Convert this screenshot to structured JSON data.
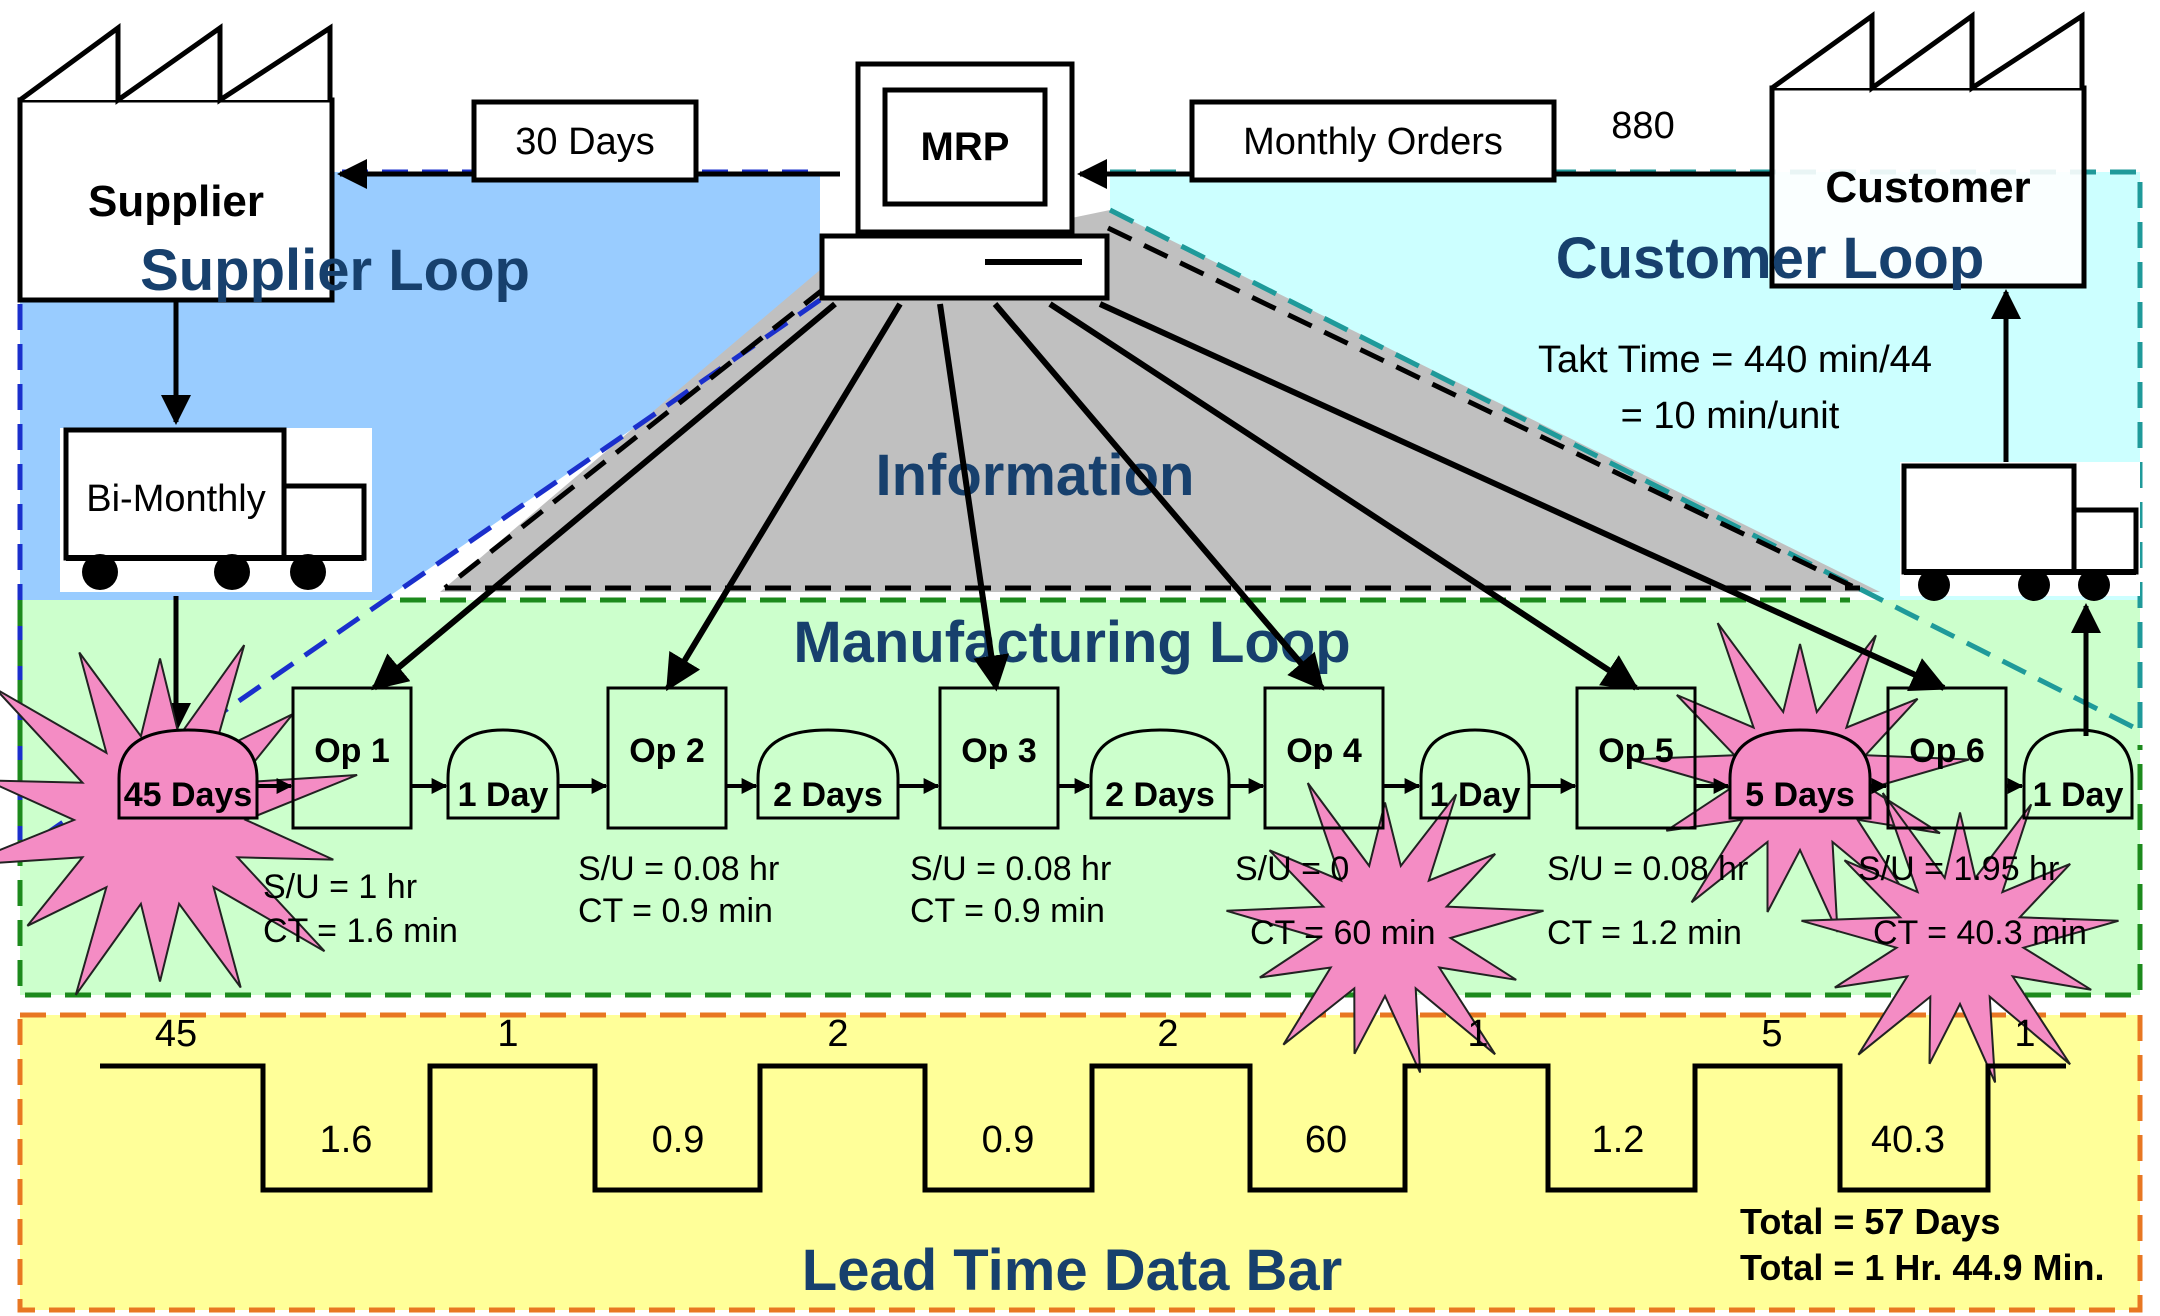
{
  "top_flow": {
    "supplier_lead_label": "30 Days",
    "system_label": "MRP",
    "customer_orders_label": "Monthly Orders",
    "customer_demand": "880"
  },
  "supplier": {
    "name": "Supplier",
    "loop_title": "Supplier Loop",
    "delivery_label": "Bi-Monthly"
  },
  "customer": {
    "name": "Customer",
    "loop_title": "Customer Loop",
    "takt_line1": "Takt Time = 440 min/44",
    "takt_line2": "= 10 min/unit"
  },
  "information_title": "Information",
  "manufacturing_title": "Manufacturing Loop",
  "inventories": [
    "45 Days",
    "1 Day",
    "2 Days",
    "2 Days",
    "1 Day",
    "5 Days",
    "1 Day"
  ],
  "operations": [
    {
      "name": "Op 1",
      "su": "S/U = 1 hr",
      "ct": "CT = 1.6 min"
    },
    {
      "name": "Op 2",
      "su": "S/U = 0.08 hr",
      "ct": "CT = 0.9 min"
    },
    {
      "name": "Op 3",
      "su": "S/U = 0.08 hr",
      "ct": "CT = 0.9 min"
    },
    {
      "name": "Op 4",
      "su": "S/U = 0",
      "ct": "CT = 60 min"
    },
    {
      "name": "Op 5",
      "su": "S/U = 0.08 hr",
      "ct": "CT = 1.2 min"
    },
    {
      "name": "Op 6",
      "su": "S/U = 1.95 hr",
      "ct": "CT = 40.3 min"
    }
  ],
  "timeline": {
    "wait_days": [
      "45",
      "1",
      "2",
      "2",
      "1",
      "5",
      "1"
    ],
    "process_minutes": [
      "1.6",
      "0.9",
      "0.9",
      "60",
      "1.2",
      "40.3"
    ],
    "total_days": "Total = 57 Days",
    "total_time": "Total = 1 Hr. 44.9 Min.",
    "title": "Lead Time Data Bar"
  },
  "colors": {
    "supplier_loop": "#99ccff",
    "customer_loop": "#ccffff",
    "information": "#c0c0c0",
    "manufacturing_loop": "#ccffcc",
    "data_bar": "#ffff99",
    "kaizen_burst": "#f48cc4",
    "title_text": "#17406d"
  },
  "icons": {
    "factory": "factory-icon",
    "truck": "truck-icon",
    "computer": "computer-icon",
    "inventory": "inventory-dome-icon",
    "kaizen": "kaizen-burst-icon"
  }
}
